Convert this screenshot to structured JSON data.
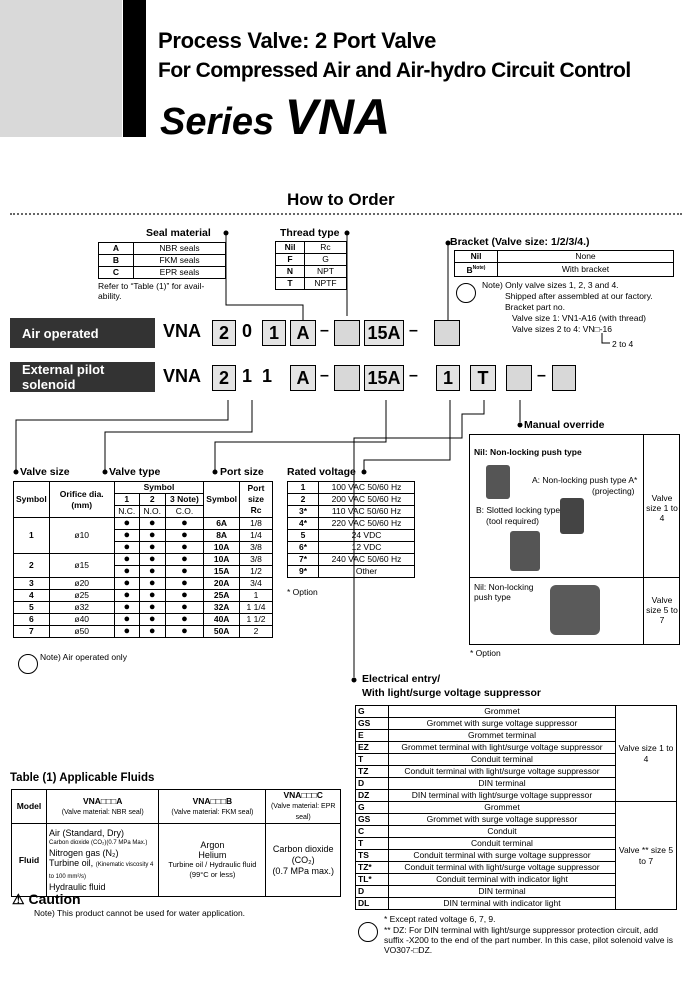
{
  "header": {
    "line1": "Process Valve: 2 Port Valve",
    "line2": "For Compressed Air and Air-hydro Circuit Control",
    "series_prefix": "Series",
    "series_name": "VNA"
  },
  "how_to_order": "How to Order",
  "seal": {
    "title": "Seal material",
    "rows": [
      [
        "A",
        "NBR seals"
      ],
      [
        "B",
        "FKM seals"
      ],
      [
        "C",
        "EPR seals"
      ]
    ],
    "note": "Refer to “Table (1)” for avail- ability."
  },
  "thread": {
    "title": "Thread type",
    "rows": [
      [
        "Nil",
        "Rc"
      ],
      [
        "F",
        "G"
      ],
      [
        "N",
        "NPT"
      ],
      [
        "T",
        "NPTF"
      ]
    ]
  },
  "bracket": {
    "title": "Bracket (Valve size: 1/2/3/4.)",
    "rows": [
      [
        "Nil",
        "None"
      ],
      [
        "B",
        "With bracket"
      ]
    ],
    "b_note": "Note)",
    "note_lines": [
      "Note) Only valve sizes 1, 2, 3 and 4.",
      "Shipped after assembled at our factory.",
      "Bracket part no.",
      "Valve size 1: VN1-A16 (with thread)",
      "Valve sizes 2 to 4: VN□-16",
      "2 to 4"
    ]
  },
  "air": {
    "label": "Air operated",
    "prefix": "VNA",
    "boxes": [
      "2",
      "0",
      "1",
      "A",
      "",
      "15A",
      ""
    ]
  },
  "pilot": {
    "label": "External pilot solenoid",
    "prefix": "VNA",
    "boxes": [
      "2",
      "1",
      "1",
      "A",
      "",
      "15A",
      "1",
      "T",
      "",
      ""
    ]
  },
  "dash": "–",
  "valve_size": {
    "title": "Valve size",
    "symbol": "Symbol",
    "orifice": "Orifice dia. (mm)",
    "rows": [
      [
        "1",
        "ø10"
      ],
      [
        "2",
        "ø15"
      ],
      [
        "3",
        "ø20"
      ],
      [
        "4",
        "ø25"
      ],
      [
        "5",
        "ø32"
      ],
      [
        "6",
        "ø40"
      ],
      [
        "7",
        "ø50"
      ]
    ],
    "note": "Note) Air operated only"
  },
  "valve_type": {
    "title": "Valve type",
    "symbol": "Symbol",
    "cols": [
      "1",
      "2",
      "3 Note)"
    ],
    "sub": [
      "N.C.",
      "N.O.",
      "C.O."
    ],
    "dot": "●"
  },
  "port": {
    "title": "Port size",
    "symbol": "Symbol",
    "size": "Port size Rc",
    "rows": [
      [
        "6A",
        "1/8"
      ],
      [
        "8A",
        "1/4"
      ],
      [
        "10A",
        "3/8"
      ],
      [
        "10A",
        "3/8"
      ],
      [
        "15A",
        "1/2"
      ],
      [
        "20A",
        "3/4"
      ],
      [
        "25A",
        "1"
      ],
      [
        "32A",
        "1 1/4"
      ],
      [
        "40A",
        "1 1/2"
      ],
      [
        "50A",
        "2"
      ]
    ]
  },
  "voltage": {
    "title": "Rated voltage",
    "rows": [
      [
        "1",
        "100 VAC 50/60 Hz"
      ],
      [
        "2",
        "200 VAC 50/60 Hz"
      ],
      [
        "3*",
        "110 VAC 50/60 Hz"
      ],
      [
        "4*",
        "220 VAC 50/60 Hz"
      ],
      [
        "5",
        "24 VDC"
      ],
      [
        "6*",
        "12 VDC"
      ],
      [
        "7*",
        "240 VAC 50/60 Hz"
      ],
      [
        "9*",
        "Other"
      ]
    ],
    "option": "* Option"
  },
  "manual": {
    "title": "Manual override",
    "nil1": "Nil: Non-locking push type",
    "a": "A: Non-locking push type A*",
    "a2": "(projecting)",
    "b": "B: Slotted locking type B*",
    "b2": "(tool required)",
    "size1": "Valve size 1 to 4",
    "nil2": "Nil: Non-locking push type",
    "size2": "Valve size 5 to 7",
    "option": "* Option"
  },
  "electrical": {
    "title1": "Electrical entry/",
    "title2": "With light/surge voltage suppressor",
    "rows_a": [
      [
        "G",
        "Grommet"
      ],
      [
        "GS",
        "Grommet with surge voltage suppressor"
      ],
      [
        "E",
        "Grommet terminal"
      ],
      [
        "EZ",
        "Grommet terminal with light/surge voltage suppressor"
      ],
      [
        "T",
        "Conduit terminal"
      ],
      [
        "TZ",
        "Conduit terminal with light/surge voltage suppressor"
      ],
      [
        "D",
        "DIN terminal"
      ],
      [
        "DZ",
        "DIN terminal with light/surge voltage suppressor"
      ]
    ],
    "rows_b": [
      [
        "G",
        "Grommet"
      ],
      [
        "GS",
        "Grommet with surge voltage suppressor"
      ],
      [
        "C",
        "Conduit"
      ],
      [
        "T",
        "Conduit terminal"
      ],
      [
        "TS",
        "Conduit terminal with surge voltage suppressor"
      ],
      [
        "TZ*",
        "Conduit terminal with light/surge voltage suppressor"
      ],
      [
        "TL*",
        "Conduit terminal with indicator light"
      ],
      [
        "D",
        "DIN terminal"
      ],
      [
        "DL",
        "DIN terminal with indicator light"
      ]
    ],
    "size_a": "Valve size 1 to 4",
    "size_b": "Valve ** size 5 to 7",
    "note1": "* Except rated voltage 6, 7, 9.",
    "note2": "** DZ: For DIN terminal with light/surge suppressor protection circuit, add suffix -X200 to the end of the part number. In this case, pilot solenoid valve is VO307-□DZ."
  },
  "fluids": {
    "title": "Table (1) Applicable Fluids",
    "model": "Model",
    "cols": [
      "VNA□□□A",
      "VNA□□□B",
      "VNA□□□C"
    ],
    "cols_sub": [
      "(Valve material: NBR seal)",
      "(Valve material: FKM seal)",
      "(Valve material: EPR seal)"
    ],
    "fluid": "Fluid",
    "c1": [
      "Air (Standard, Dry)",
      "Carbon dioxide (CO₂)(0.7 MPa Max.)",
      "Nitrogen gas (N₂)",
      "Turbine oil,",
      "Hydraulic fluid",
      "(Kinematic viscosity 4 to 100 mm²/s)"
    ],
    "c2": [
      "Argon",
      "Helium",
      "Turbine oil",
      "Hydraulic fluid",
      "99°C or less"
    ],
    "c3": [
      "Carbon dioxide (CO₂)",
      "(0.7 MPa max.)"
    ]
  },
  "caution": {
    "title": "Caution",
    "note": "Note) This product cannot be used for water application."
  }
}
